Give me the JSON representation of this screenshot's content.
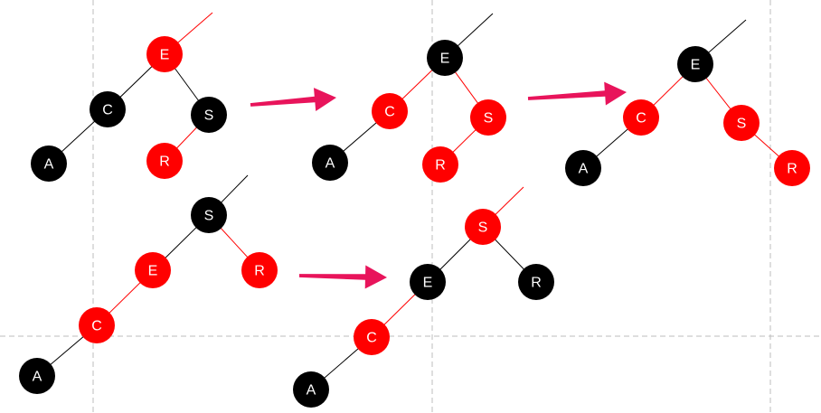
{
  "colors": {
    "red": "#ff0000",
    "black": "#000000",
    "label_on_red": "#ffffff",
    "label_on_black": "#ffffff",
    "arrow": "#e8145b",
    "guide": "#bdbdbd"
  },
  "trees": [
    {
      "id": "tree-1",
      "nodes": [
        {
          "key": "E",
          "color": "red"
        },
        {
          "key": "C",
          "color": "black"
        },
        {
          "key": "S",
          "color": "black"
        },
        {
          "key": "A",
          "color": "black"
        },
        {
          "key": "R",
          "color": "red"
        }
      ],
      "edges": [
        [
          "parent",
          "E",
          "red"
        ],
        [
          "E",
          "C",
          "black"
        ],
        [
          "E",
          "S",
          "black"
        ],
        [
          "C",
          "A",
          "black"
        ],
        [
          "S",
          "R",
          "red"
        ]
      ]
    },
    {
      "id": "tree-2",
      "nodes": [
        {
          "key": "E",
          "color": "black"
        },
        {
          "key": "C",
          "color": "red"
        },
        {
          "key": "S",
          "color": "red"
        },
        {
          "key": "A",
          "color": "black"
        },
        {
          "key": "R",
          "color": "red"
        }
      ],
      "edges": [
        [
          "parent",
          "E",
          "black"
        ],
        [
          "E",
          "C",
          "red"
        ],
        [
          "E",
          "S",
          "red"
        ],
        [
          "C",
          "A",
          "black"
        ],
        [
          "S",
          "R",
          "red"
        ]
      ]
    },
    {
      "id": "tree-3",
      "nodes": [
        {
          "key": "E",
          "color": "black"
        },
        {
          "key": "C",
          "color": "red"
        },
        {
          "key": "S",
          "color": "red"
        },
        {
          "key": "A",
          "color": "black"
        },
        {
          "key": "R",
          "color": "red"
        }
      ],
      "edges": [
        [
          "parent",
          "E",
          "black"
        ],
        [
          "E",
          "C",
          "red"
        ],
        [
          "E",
          "S",
          "red"
        ],
        [
          "C",
          "A",
          "black"
        ],
        [
          "S",
          "R",
          "red"
        ]
      ]
    },
    {
      "id": "tree-4",
      "nodes": [
        {
          "key": "S",
          "color": "black"
        },
        {
          "key": "E",
          "color": "red"
        },
        {
          "key": "R",
          "color": "red"
        },
        {
          "key": "C",
          "color": "red"
        },
        {
          "key": "A",
          "color": "black"
        }
      ],
      "edges": [
        [
          "parent",
          "S",
          "black"
        ],
        [
          "S",
          "E",
          "black"
        ],
        [
          "S",
          "R",
          "red"
        ],
        [
          "E",
          "C",
          "red"
        ],
        [
          "C",
          "A",
          "black"
        ]
      ]
    },
    {
      "id": "tree-5",
      "nodes": [
        {
          "key": "S",
          "color": "red"
        },
        {
          "key": "E",
          "color": "black"
        },
        {
          "key": "R",
          "color": "black"
        },
        {
          "key": "C",
          "color": "red"
        },
        {
          "key": "A",
          "color": "black"
        }
      ],
      "edges": [
        [
          "parent",
          "S",
          "red"
        ],
        [
          "S",
          "E",
          "black"
        ],
        [
          "S",
          "R",
          "black"
        ],
        [
          "E",
          "C",
          "red"
        ],
        [
          "C",
          "A",
          "black"
        ]
      ]
    }
  ],
  "transitions": [
    {
      "from": "tree-1",
      "to": "tree-2"
    },
    {
      "from": "tree-2",
      "to": "tree-3"
    },
    {
      "from": "tree-4",
      "to": "tree-5"
    }
  ]
}
